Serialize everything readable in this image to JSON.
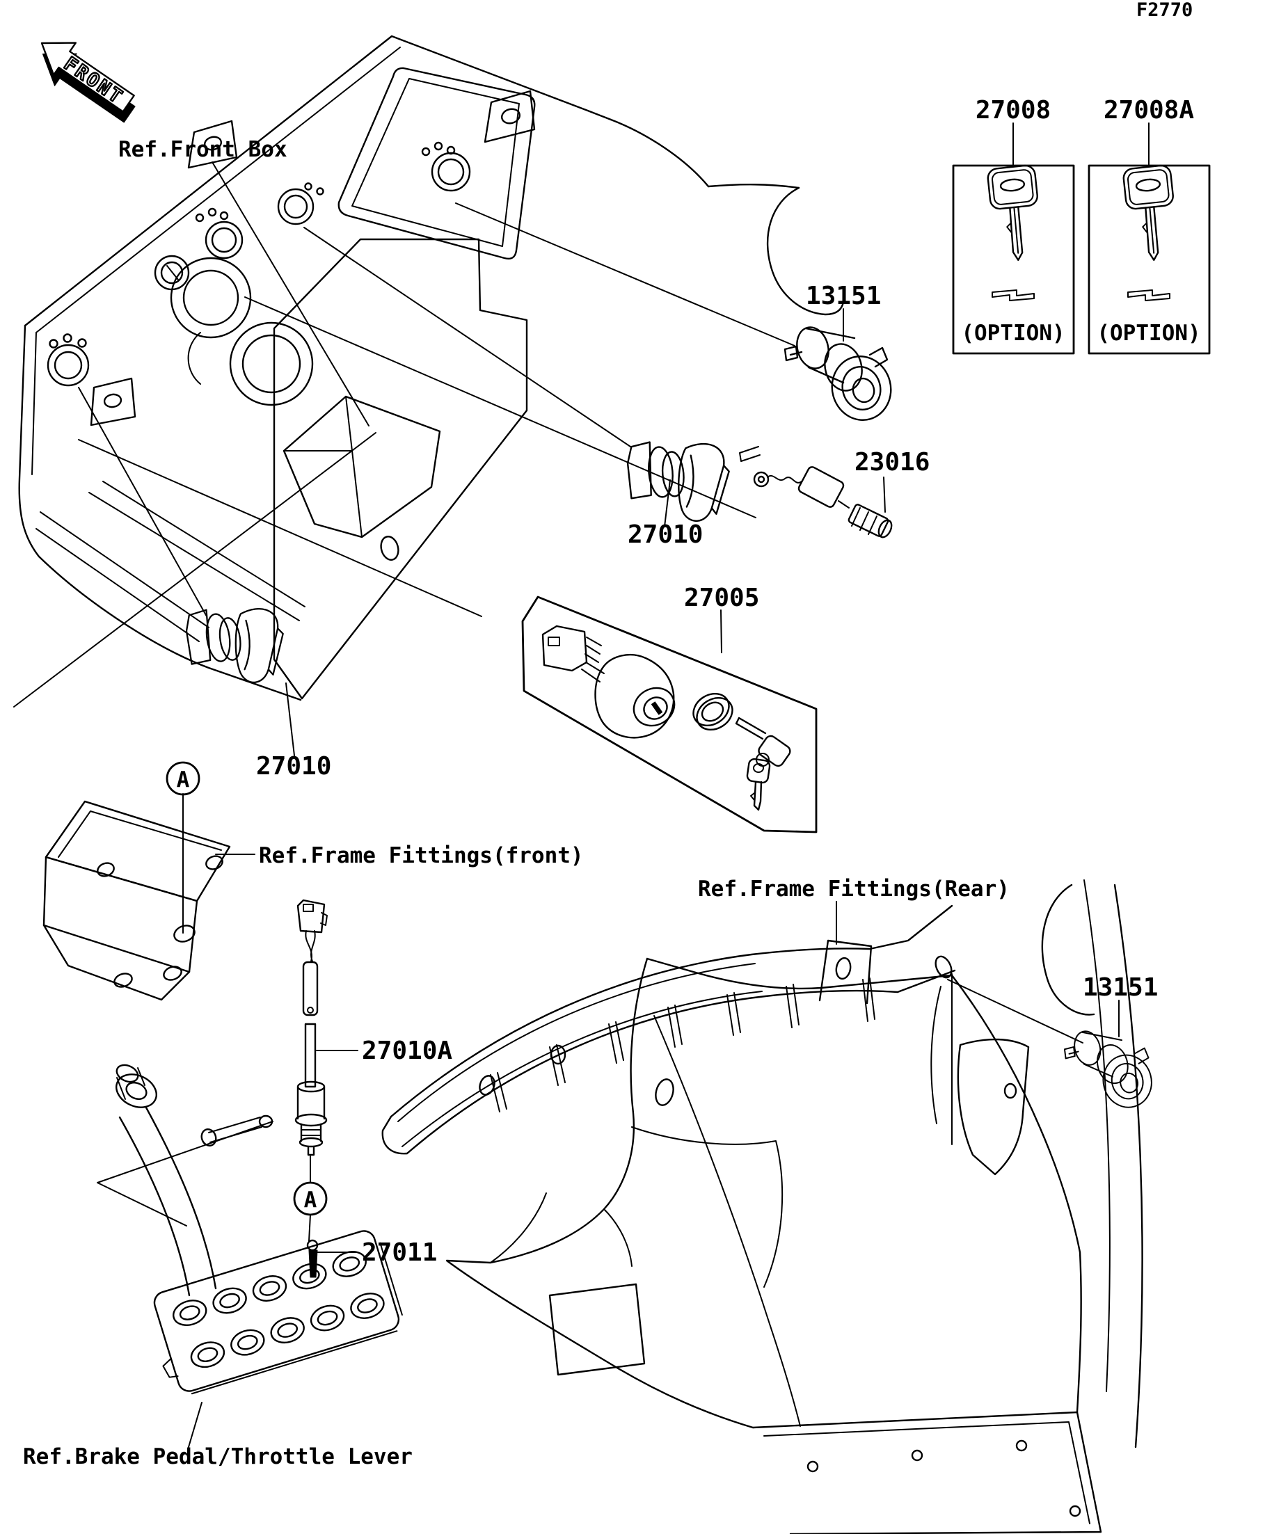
{
  "page": {
    "background": "#ffffff",
    "line_color": "#000000"
  },
  "figure_code": "F2770",
  "front_marker": "FRONT",
  "ref_labels": {
    "front_box": "Ref.Front Box",
    "frame_fittings_front": "Ref.Frame Fittings(front)",
    "frame_fittings_rear": "Ref.Frame Fittings(Rear)",
    "brake_pedal": "Ref.Brake Pedal/Throttle Lever"
  },
  "part_labels": {
    "key_option_1": {
      "number": "27008",
      "note": "(OPTION)"
    },
    "key_option_2": {
      "number": "27008A",
      "note": "(OPTION)"
    },
    "socket_front": "13151",
    "socket_rear": "13151",
    "diode": "23016",
    "switch_mid": "27010",
    "switch_lower": "27010",
    "ignition_switch": "27005",
    "switch_assembly": "27010A",
    "pin": "27011"
  },
  "callouts": {
    "a_upper": "A",
    "a_lower": "A"
  }
}
